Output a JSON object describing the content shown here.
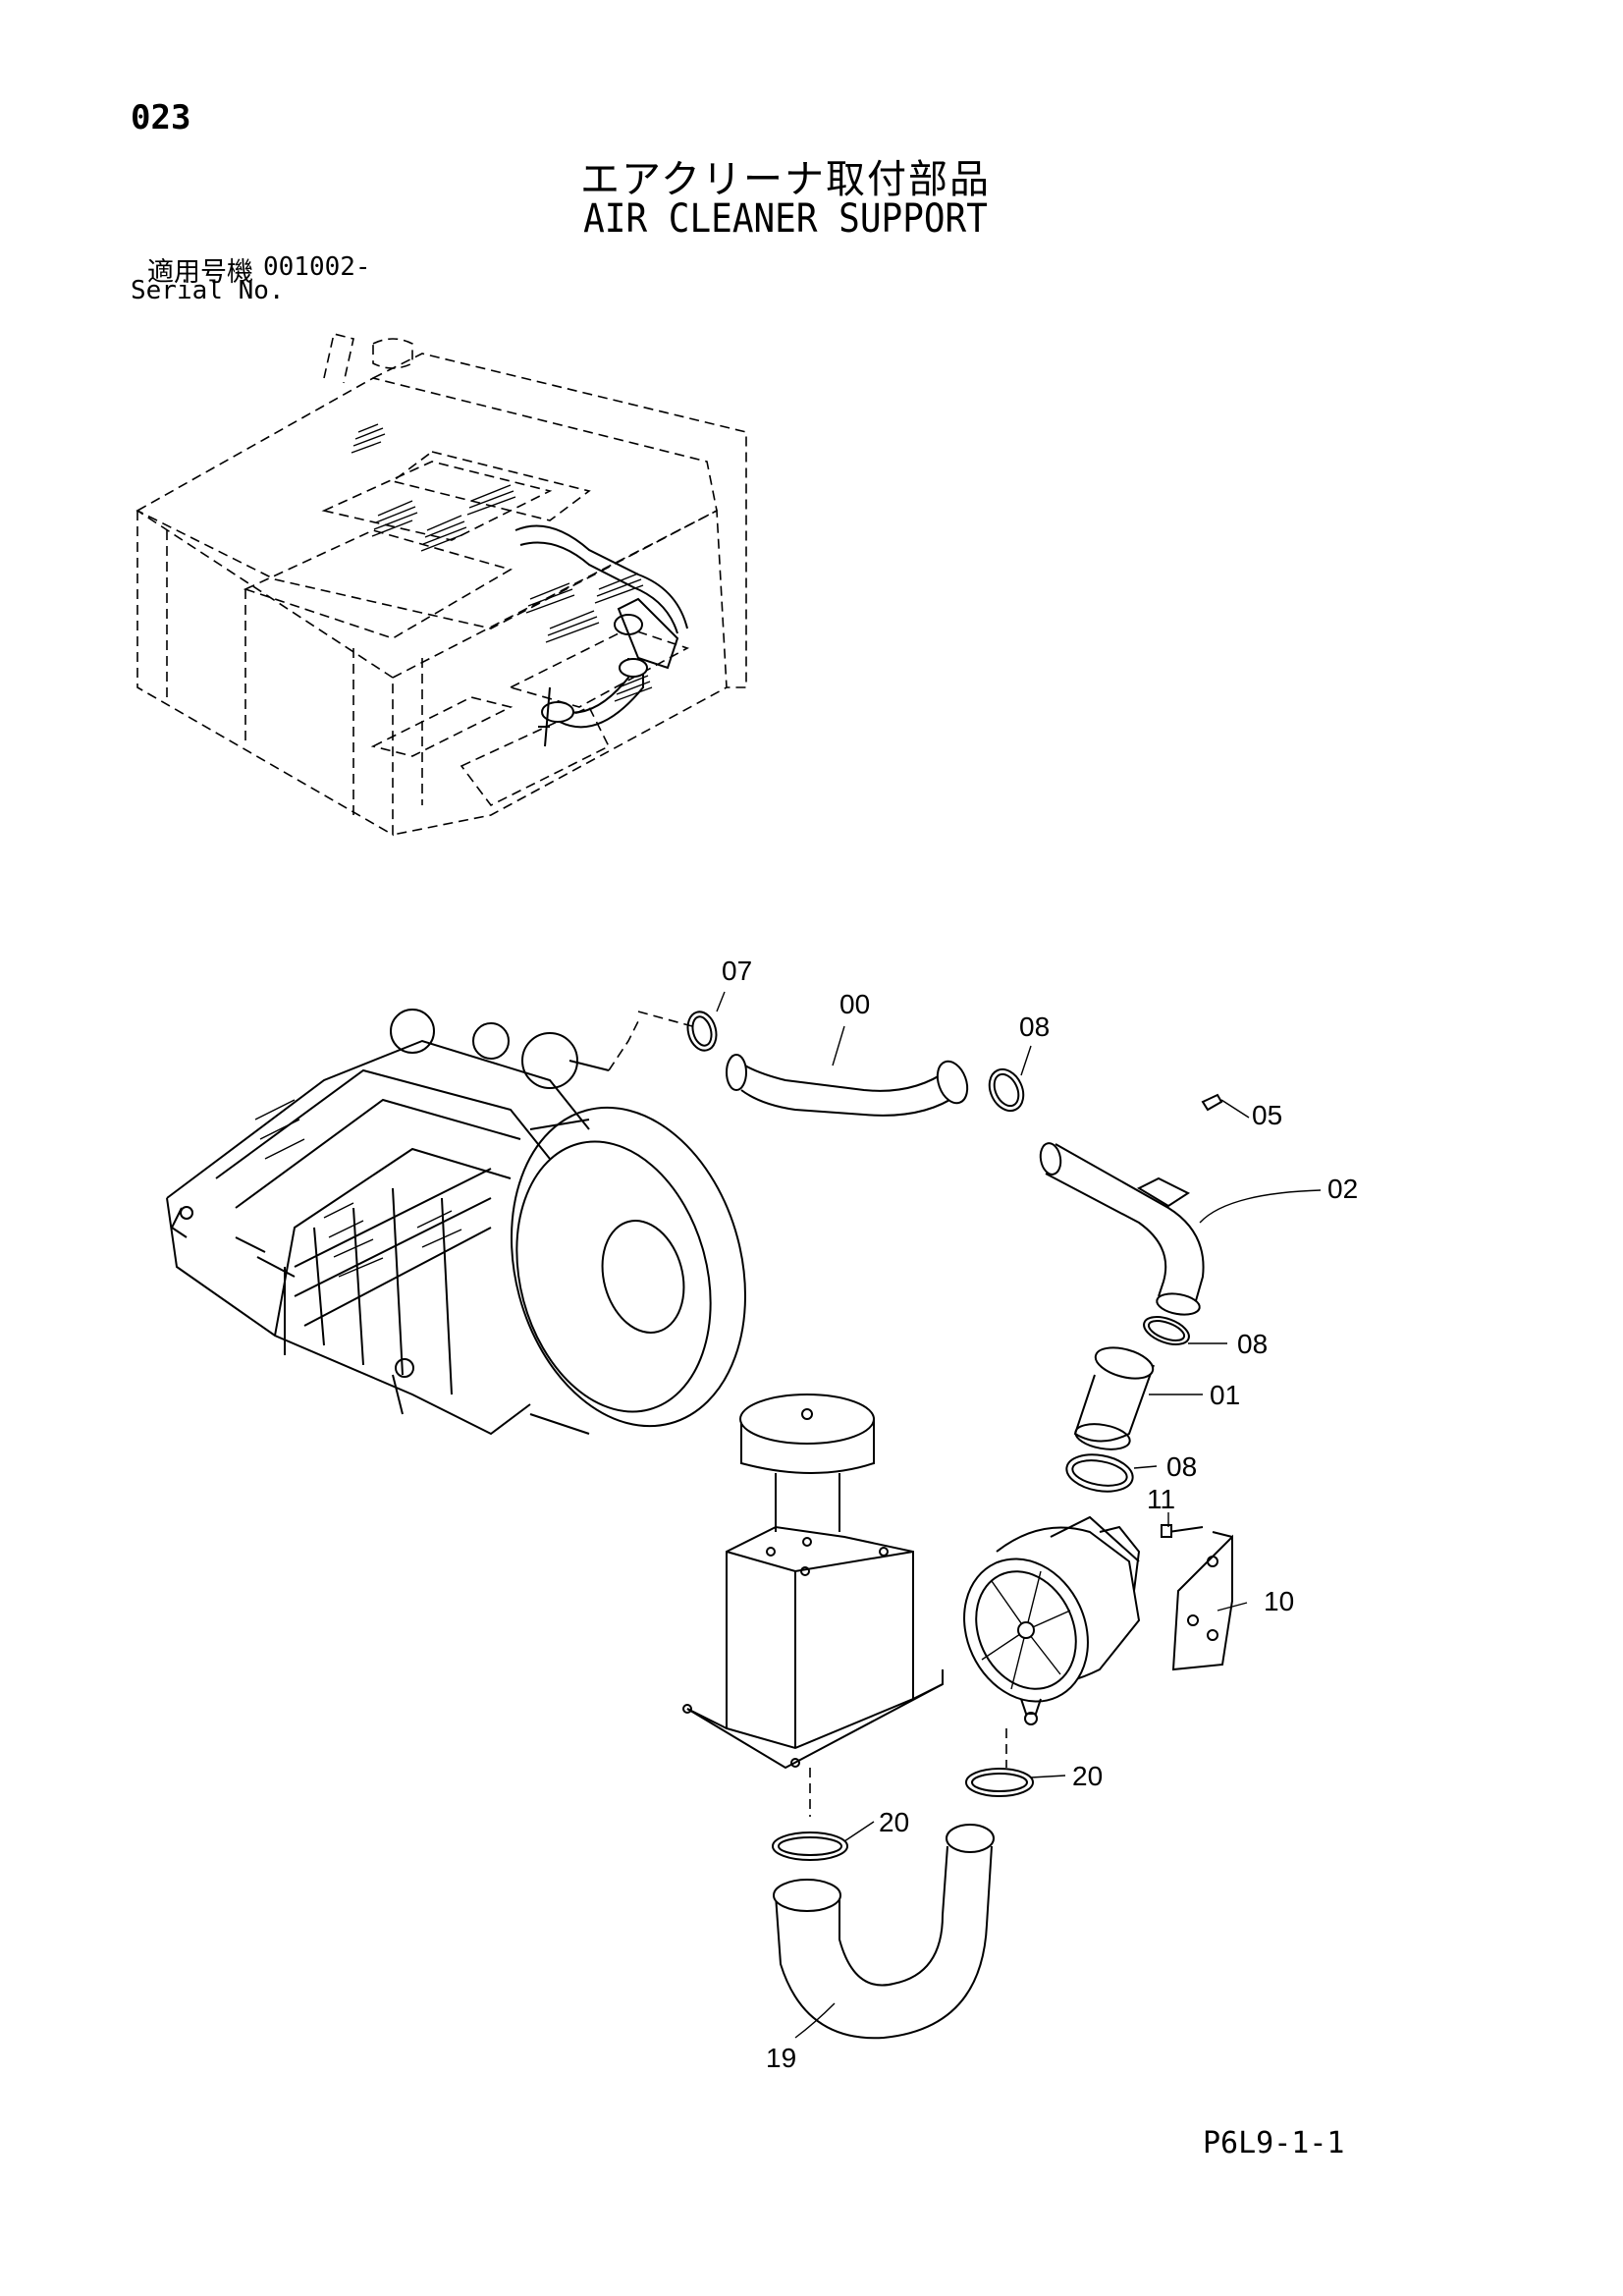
{
  "page": {
    "number": "023",
    "footer_code": "P6L9-1-1"
  },
  "title": {
    "japanese": "エアクリーナ取付部品",
    "english": "AIR CLEANER SUPPORT"
  },
  "serial": {
    "label_jp": "適用号機",
    "value": "001002-",
    "label_en": "Serial No."
  },
  "callouts": [
    "07",
    "00",
    "08",
    "05",
    "02",
    "08",
    "01",
    "08",
    "11",
    "10",
    "20",
    "20",
    "19"
  ],
  "colors": {
    "ink": "#000000",
    "paper": "#ffffff"
  }
}
